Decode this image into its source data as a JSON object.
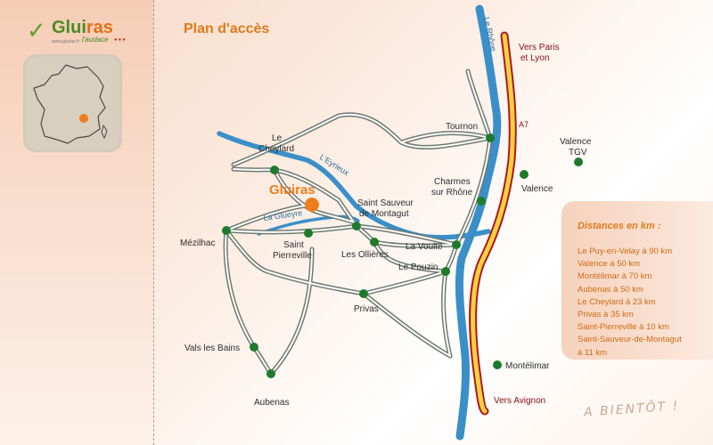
{
  "logo": {
    "name_part1": "Glui",
    "name_part2": "ras",
    "tagline": "l'audace",
    "url": "www.gluiras.fr",
    "dots": "●●●"
  },
  "title": "Plan d'accès",
  "rivers": {
    "rhone": "Le Rhône",
    "eyrieux": "L'Eyrieux",
    "glueyre": "La Glueyre"
  },
  "highway": {
    "name": "A7",
    "north": [
      "Vers Paris",
      "et Lyon"
    ],
    "south": "Vers Avignon"
  },
  "towns": {
    "gluiras": "Gluiras",
    "le_cheylard": [
      "Le",
      "Cheylard"
    ],
    "saint_sauveur": [
      "Saint Sauveur",
      "de Montagut"
    ],
    "saint_pierreville": [
      "Saint",
      "Pierreville"
    ],
    "mezilhac": "Mézilhac",
    "les_ollieres": "Les Ollières",
    "tournon": "Tournon",
    "charmes": [
      "Charmes",
      "sur Rhône"
    ],
    "la_voulte": "La Voulte",
    "le_pouzin": "Le Pouzin",
    "privas": "Privas",
    "vals": "Vals les Bains",
    "aubenas": "Aubenas",
    "valence_tgv": [
      "Valence",
      "TGV"
    ],
    "valence": "Valence",
    "montelimar": "Montélimar"
  },
  "distances": {
    "title": "Distances en km :",
    "items": [
      "Le Puy-en-Velay à 90 km",
      "Valence à 50 km",
      "Montélimar à 70 km",
      "Aubenas à 50 km",
      "Le Cheylard à 23 km",
      "Privas à 35 km",
      "Saint-Pierreville à 10 km",
      "Saint-Sauveur-de-Montagut",
      "à 11 km"
    ]
  },
  "closing": "A BIENTÔT !",
  "colors": {
    "accent": "#e07a1c",
    "river": "#3a8fc8",
    "highway_fill": "#f3d23a",
    "highway_edge": "#b0152a",
    "town_dot": "#1f7a2c"
  }
}
